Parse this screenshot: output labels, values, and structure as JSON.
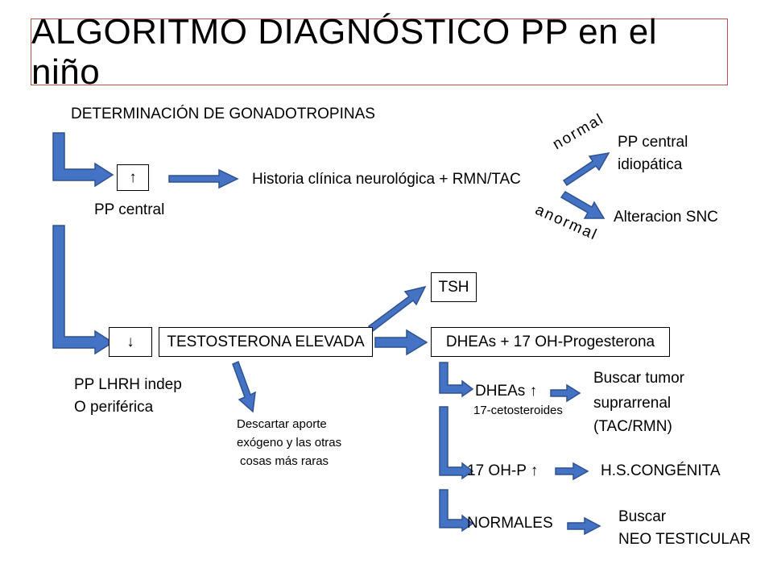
{
  "title": "ALGORITMO DIAGNÓSTICO PP en el niño",
  "header": "DETERMINACIÓN DE GONADOTROPINAS",
  "colors": {
    "arrow_fill": "#4472c4",
    "arrow_stroke": "#2f528f",
    "title_border": "#c0504d"
  },
  "branch_up": {
    "symbol": "↑",
    "label": "PP central",
    "next": "Historia clínica neurológica + RMN/TAC",
    "normal_label": "normal",
    "normal_result_1": "PP central",
    "normal_result_2": "idiopática",
    "abnormal_label": "anormal",
    "abnormal_result": "Alteracion SNC"
  },
  "branch_down": {
    "symbol": "↓",
    "label_1": "PP LHRH indep",
    "label_2": "O periférica",
    "testosterone": "TESTOSTERONA ELEVADA",
    "tsh": "TSH",
    "dheas_box": "DHEAs + 17 OH-Progesterona",
    "discard_1": "Descartar aporte",
    "discard_2": "exógeno y las otras",
    "discard_3": "cosas más raras",
    "dheas_up": "DHEAs ↑",
    "dheas_sub": "17-cetosteroides",
    "tumor_1": "Buscar tumor",
    "tumor_2": "suprarrenal",
    "tumor_3": "(TAC/RMN)",
    "ohp_up": "17 OH-P ↑",
    "hsc": "H.S.CONGÉNITA",
    "normales": "NORMALES",
    "neo_1": "Buscar",
    "neo_2": "NEO TESTICULAR"
  }
}
